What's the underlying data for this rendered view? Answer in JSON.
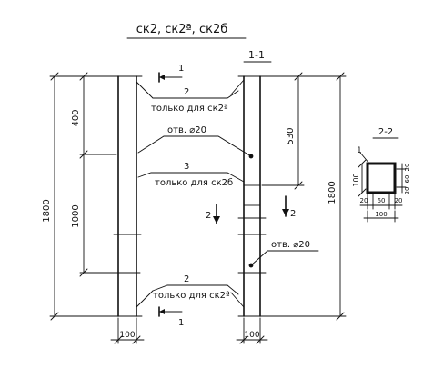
{
  "title": "ск2, ск2ª, ск2б",
  "section_1_1": "1-1",
  "section_2_2": "2-2",
  "cut1": "1",
  "cut2": "2",
  "callouts": [
    {
      "num": "2",
      "text": "только для ск2ª"
    },
    {
      "num": "",
      "text": "отв. ⌀20"
    },
    {
      "num": "3",
      "text": "только для ск2б"
    },
    {
      "num": "",
      "text": "отв. ⌀20"
    },
    {
      "num": "2",
      "text": "только для ск2ª"
    }
  ],
  "dims": {
    "left_total": "1800",
    "left_top": "400",
    "left_mid": "1000",
    "right_total": "1800",
    "right_530": "530",
    "bottom_left_width": "100",
    "bottom_right_width": "100"
  },
  "section_detail": {
    "callout": "1",
    "left_dim": "100",
    "right_top": "20",
    "right_mid": "60",
    "right_bot": "20",
    "bottom_a": "20",
    "bottom_b": "60",
    "bottom_c": "20",
    "bottom_total": "100"
  }
}
